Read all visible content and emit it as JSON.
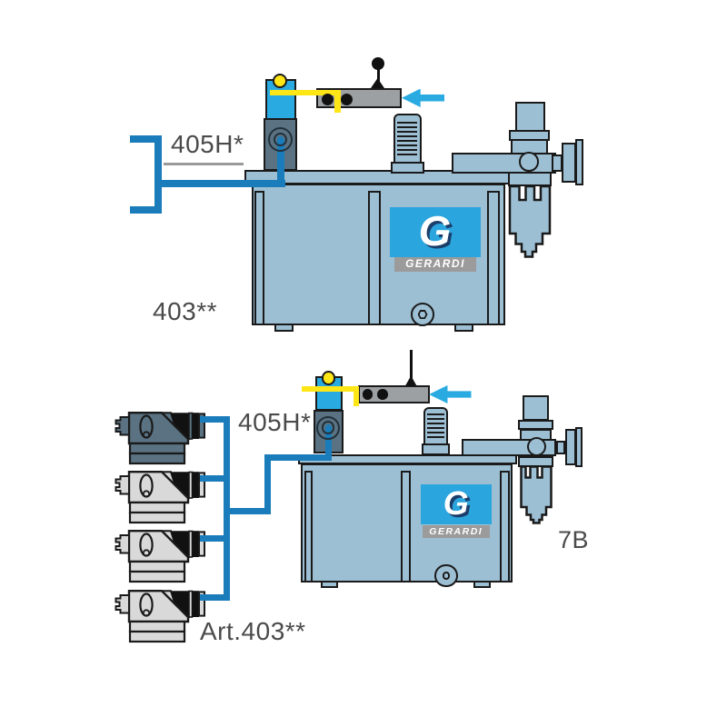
{
  "colors": {
    "outline": "#1a1a1a",
    "body": "#9dbfd4",
    "slate": "#5a7282",
    "lightGray": "#d9d9d9",
    "leverGray": "#9da0a3",
    "cyan": "#29abe2",
    "yellow": "#ffe617",
    "pipe": "#1a7cba",
    "logoBlue": "#2ba5de",
    "logoShadow": "#1c3e6b",
    "logoBand": "#9b9b9b",
    "label": "#4a4a4a",
    "underline": "#9a9a9a",
    "black": "#111111"
  },
  "units": {
    "top": {
      "hose_label": "405H*",
      "unit_label": "403**",
      "logo_letter": "G",
      "logo_brand": "GERARDI"
    },
    "bottom": {
      "hose_label": "405H*",
      "unit_label": "Art.403**",
      "filter_label": "7B",
      "logo_letter": "G",
      "logo_brand": "GERARDI",
      "clamp_count": 4
    }
  },
  "icons": {
    "direction_arrow": "arrow-left",
    "lever_knob": "black-ball"
  }
}
